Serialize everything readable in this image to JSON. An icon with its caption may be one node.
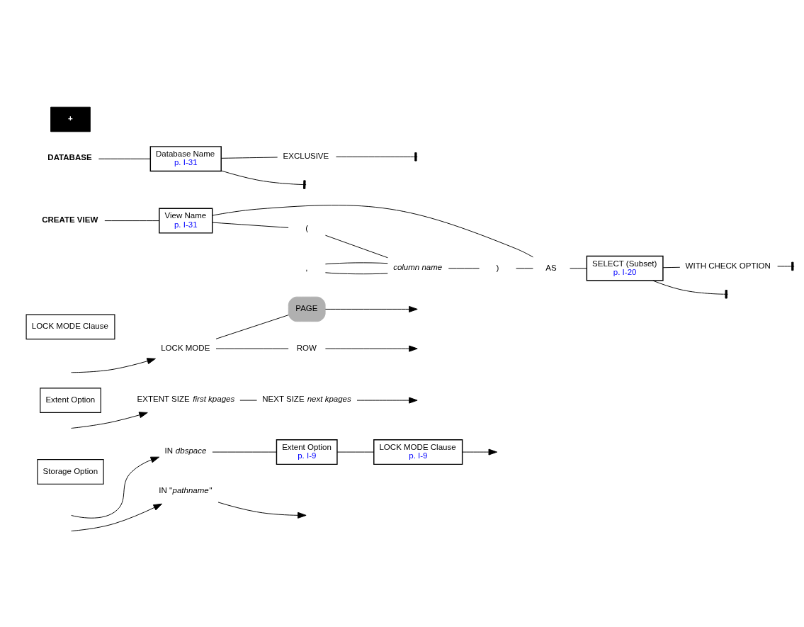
{
  "diagram": {
    "nodes": [
      {
        "text": [
          "Storage Option"
        ]
      },
      {
        "text": [
          "IN *dbspace*"
        ]
      },
      {
        "text": [
          "Extent Option",
          "p. I-9"
        ]
      },
      {
        "text": [
          "LOCK MODE Clause",
          "p. I-9"
        ]
      },
      {
        "text": [
          "IN \"*pathname*\""
        ]
      },
      {
        "text": [
          "Extent Option"
        ]
      },
      {
        "text": [
          "EXTENT SIZE *first kpages*"
        ]
      },
      {
        "text": [
          "NEXT SIZE *next kpages*"
        ]
      },
      {
        "text": [
          "LOCK MODE Clause"
        ]
      },
      {
        "text": [
          "LOCK MODE"
        ]
      },
      {
        "text": [
          "PAGE"
        ]
      },
      {
        "text": [
          "ROW"
        ]
      },
      {
        "text": [
          "CREATE VIEW"
        ]
      },
      {
        "text": [
          "View Name",
          "p. I-31"
        ]
      },
      {
        "text": [
          "("
        ]
      },
      {
        "text": [
          ","
        ]
      },
      {
        "text": [
          "*column name*"
        ]
      },
      {
        "text": [
          ")"
        ]
      },
      {
        "text": [
          "AS"
        ]
      },
      {
        "text": [
          "SELECT (Subset)",
          "p. I-20"
        ]
      },
      {
        "text": [
          "WITH CHECK OPTION"
        ]
      },
      {
        "text": [
          "+"
        ]
      },
      {
        "text": [
          "DATABASE"
        ]
      },
      {
        "text": [
          "Database Name",
          "p. I-31"
        ]
      },
      {
        "text": [
          "EXCLUSIVE"
        ]
      }
    ],
    "edges": [
      {
        "from": null,
        "to": 1,
        "arrow": "to"
      },
      {
        "from": 1,
        "to": 2,
        "arrow": "none"
      },
      {
        "from": 2,
        "to": 3,
        "arrow": "none"
      },
      {
        "from": 3,
        "to": null,
        "arrow": "to"
      },
      {
        "from": null,
        "to": 4,
        "arrow": "to"
      },
      {
        "from": 4,
        "to": null,
        "arrow": "to"
      },
      {
        "from": null,
        "to": 6,
        "arrow": "to"
      },
      {
        "from": 6,
        "to": 7,
        "arrow": "none"
      },
      {
        "from": 7,
        "to": null,
        "arrow": "to"
      },
      {
        "from": null,
        "to": 9,
        "arrow": "to"
      },
      {
        "from": 9,
        "to": 10,
        "arrow": "none"
      },
      {
        "from": 9,
        "to": 11,
        "arrow": "none"
      },
      {
        "from": 10,
        "to": null,
        "arrow": "to"
      },
      {
        "from": 11,
        "to": null,
        "arrow": "to"
      },
      {
        "from": 12,
        "to": 13,
        "arrow": "none"
      },
      {
        "from": 13,
        "to": 14,
        "arrow": "none"
      },
      {
        "from": 14,
        "to": 16,
        "arrow": "none"
      },
      {
        "from": 16,
        "to": 15,
        "arrow": "none"
      },
      {
        "from": 15,
        "to": 16,
        "arrow": "none"
      },
      {
        "from": 16,
        "to": 17,
        "arrow": "none"
      },
      {
        "from": 17,
        "to": 18,
        "arrow": "none"
      },
      {
        "from": 13,
        "to": 18,
        "arrow": "none"
      },
      {
        "from": 18,
        "to": 19,
        "arrow": "none"
      },
      {
        "from": 19,
        "to": 20,
        "arrow": "none"
      },
      {
        "from": 20,
        "to": null,
        "arrow": "other"
      },
      {
        "from": 19,
        "to": null,
        "arrow": "other"
      },
      {
        "from": 22,
        "to": 23,
        "arrow": "none"
      },
      {
        "from": 23,
        "to": 24,
        "arrow": "none"
      },
      {
        "from": 24,
        "to": null,
        "arrow": "other"
      },
      {
        "from": 23,
        "to": null,
        "arrow": "other"
      }
    ]
  }
}
